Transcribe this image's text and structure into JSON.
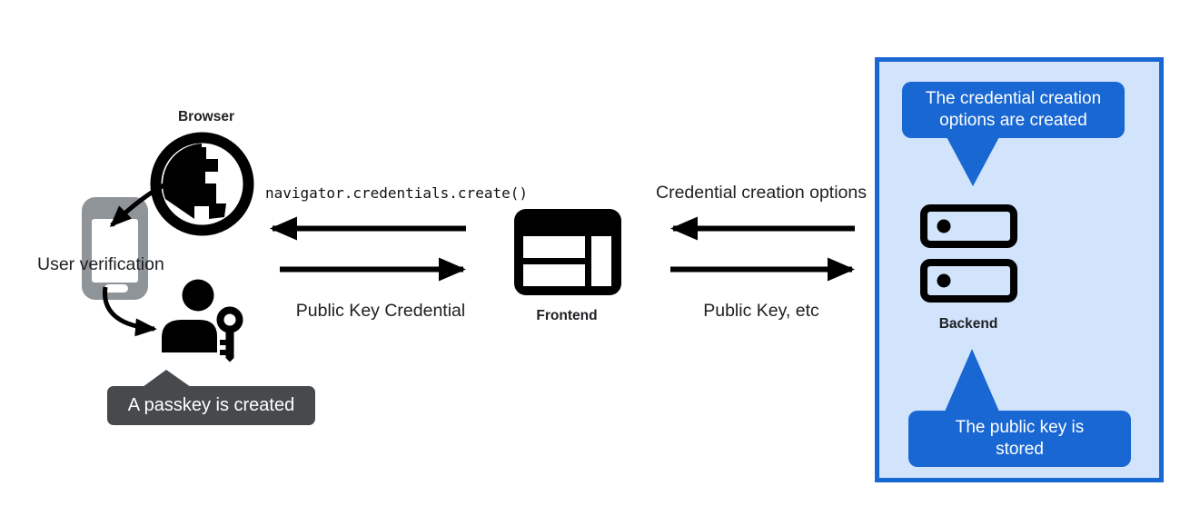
{
  "diagram": {
    "browser": {
      "label": "Browser"
    },
    "user_verification": {
      "label": "User verification"
    },
    "passkey_tooltip": {
      "text": "A passkey is created"
    },
    "frontend": {
      "label": "Frontend"
    },
    "backend": {
      "label": "Backend"
    },
    "arrows": {
      "create_call": "navigator.credentials.create()",
      "public_key_credential": "Public Key Credential",
      "credential_creation_options": "Credential creation options",
      "public_key_etc": "Public Key, etc"
    },
    "backend_panel": {
      "top_bubble": "The credential creation options are created",
      "bottom_bubble": "The public key is stored"
    },
    "icons": {
      "browser": "globe-icon",
      "device": "smartphone-icon",
      "user": "person-with-key-icon",
      "frontend": "browser-window-icon",
      "backend": "server-stack-icon"
    },
    "colors": {
      "bubble_blue": "#1967d2",
      "panel_border": "#1967d2",
      "panel_bg": "#d2e3fc",
      "tooltip_gray": "#474a4d",
      "phone_gray": "#8f9499",
      "ink": "#202124"
    }
  }
}
